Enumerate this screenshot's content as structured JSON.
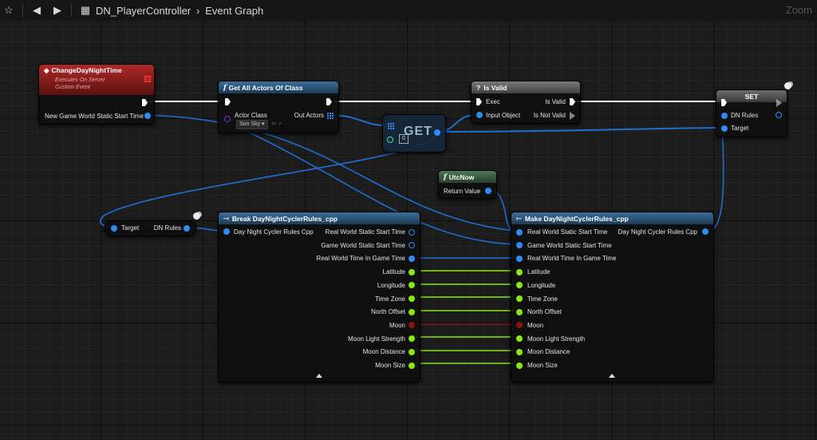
{
  "toolbar": {
    "breadcrumb_asset": "DN_PlayerController",
    "breadcrumb_graph": "Event Graph",
    "zoom_label": "Zoom"
  },
  "nodes": {
    "event": {
      "title": "ChangeDayNightTime",
      "subtitle1": "Executes On Server",
      "subtitle2": "Custom Event",
      "pin_out": "New Game World Static Start Time"
    },
    "get_all_actors": {
      "title": "Get All Actors Of Class",
      "pin_actor_class": "Actor Class",
      "actor_class_value": "Sun Sky",
      "pin_out_actors": "Out Actors"
    },
    "get": {
      "title": "GET",
      "index": "0"
    },
    "is_valid": {
      "title": "Is Valid",
      "pin_exec": "Exec",
      "pin_input": "Input Object",
      "pin_is_valid": "Is Valid",
      "pin_is_not_valid": "Is Not Valid"
    },
    "set": {
      "title": "SET",
      "pin_dn_rules": "DN Rules",
      "pin_target": "Target"
    },
    "utcnow": {
      "title": "UtcNow",
      "pin_return": "Return Value"
    },
    "dn_rules_getter": {
      "pin_target": "Target",
      "pin_out": "DN Rules"
    },
    "break": {
      "title": "Break DayNightCyclerRules_cpp",
      "pin_in": "Day Night Cycler Rules Cpp",
      "outputs": [
        {
          "label": "Real World Static Start Time",
          "type": "struct-hollow"
        },
        {
          "label": "Game World Static Start Time",
          "type": "struct-hollow"
        },
        {
          "label": "Real World Time In Game Time",
          "type": "struct"
        },
        {
          "label": "Latitude",
          "type": "float"
        },
        {
          "label": "Longitude",
          "type": "float"
        },
        {
          "label": "Time Zone",
          "type": "float"
        },
        {
          "label": "North Offset",
          "type": "float"
        },
        {
          "label": "Moon",
          "type": "bool"
        },
        {
          "label": "Moon Light Strength",
          "type": "float"
        },
        {
          "label": "Moon Distance",
          "type": "float"
        },
        {
          "label": "Moon Size",
          "type": "float"
        }
      ]
    },
    "make": {
      "title": "Make DayNightCyclerRules_cpp",
      "pin_out": "Day Night Cycler Rules Cpp",
      "inputs": [
        {
          "label": "Real World Static Start Time",
          "type": "struct"
        },
        {
          "label": "Game World Static Start Time",
          "type": "struct"
        },
        {
          "label": "Real World Time In Game Time",
          "type": "struct"
        },
        {
          "label": "Latitude",
          "type": "float"
        },
        {
          "label": "Longitude",
          "type": "float"
        },
        {
          "label": "Time Zone",
          "type": "float"
        },
        {
          "label": "North Offset",
          "type": "float"
        },
        {
          "label": "Moon",
          "type": "bool"
        },
        {
          "label": "Moon Light Strength",
          "type": "float"
        },
        {
          "label": "Moon Distance",
          "type": "float"
        },
        {
          "label": "Moon Size",
          "type": "float"
        }
      ]
    }
  },
  "colors": {
    "exec_wire": "#ffffff",
    "struct_wire": "#1f6fd0",
    "float_wire": "#8ae617",
    "bool_wire": "#8a1212"
  }
}
